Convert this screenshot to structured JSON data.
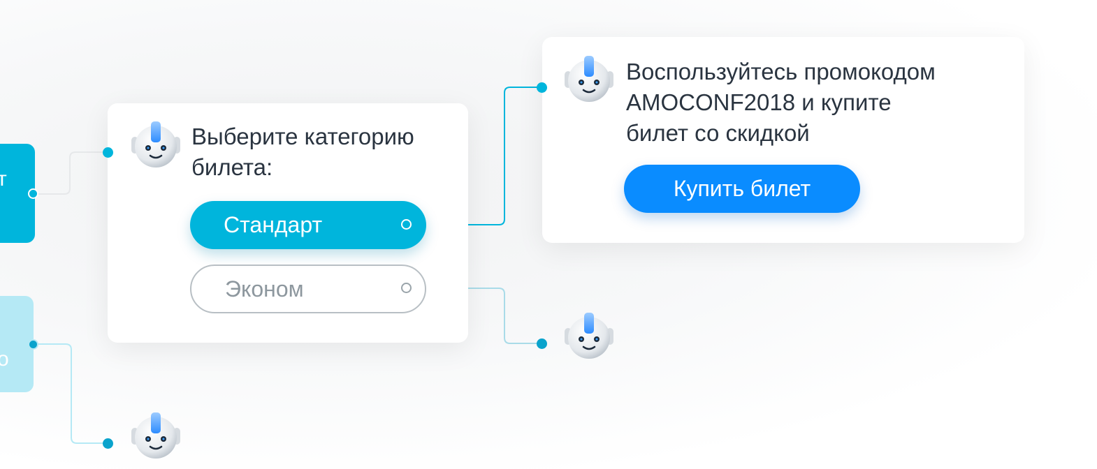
{
  "left_cards": [
    {
      "text": "т"
    },
    {
      "text": "о"
    }
  ],
  "card_category": {
    "message": "Выберите категорию билета:",
    "options": [
      {
        "label": "Стандарт"
      },
      {
        "label": "Эконом"
      }
    ]
  },
  "card_promo": {
    "message_line1": "Воспользуйтесь промокодом",
    "message_line2": "AMOCONF2018 и купите",
    "message_line3": "билет со скидкой",
    "button": "Купить билет"
  },
  "colors": {
    "accent": "#00b5dc",
    "light": "#b5e9f5",
    "buy": "#0a8cff",
    "text": "#2a3440"
  }
}
